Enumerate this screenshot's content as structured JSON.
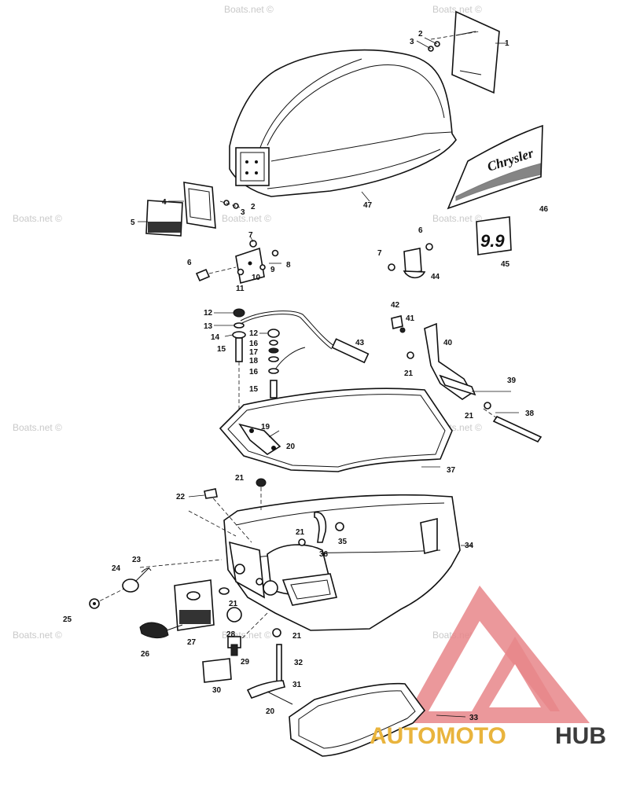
{
  "watermark": "Boats.net ©",
  "logo": {
    "text_a": "AUTOMOTO",
    "text_b": "HUB",
    "color_a": "#e9b43d",
    "color_b": "#3b3b3b",
    "triangle_color": "#e8868a"
  },
  "decals": {
    "brand": "Chrysler",
    "model": "9.9"
  },
  "callouts": [
    {
      "id": "c1",
      "text": "1"
    },
    {
      "id": "c2a",
      "text": "2"
    },
    {
      "id": "c3a",
      "text": "3"
    },
    {
      "id": "c47",
      "text": "47"
    },
    {
      "id": "c46",
      "text": "46"
    },
    {
      "id": "c4",
      "text": "4"
    },
    {
      "id": "c2b",
      "text": "2"
    },
    {
      "id": "c3b",
      "text": "3"
    },
    {
      "id": "c5",
      "text": "5"
    },
    {
      "id": "c7a",
      "text": "7"
    },
    {
      "id": "c6a",
      "text": "6"
    },
    {
      "id": "c8",
      "text": "8"
    },
    {
      "id": "c9",
      "text": "9"
    },
    {
      "id": "c10",
      "text": "10"
    },
    {
      "id": "c11",
      "text": "11"
    },
    {
      "id": "c6b",
      "text": "6"
    },
    {
      "id": "c7b",
      "text": "7"
    },
    {
      "id": "c44",
      "text": "44"
    },
    {
      "id": "c45",
      "text": "45"
    },
    {
      "id": "c12a",
      "text": "12"
    },
    {
      "id": "c13",
      "text": "13"
    },
    {
      "id": "c14",
      "text": "14"
    },
    {
      "id": "c15a",
      "text": "15"
    },
    {
      "id": "c12b",
      "text": "12"
    },
    {
      "id": "c16a",
      "text": "16"
    },
    {
      "id": "c17",
      "text": "17"
    },
    {
      "id": "c18",
      "text": "18"
    },
    {
      "id": "c16b",
      "text": "16"
    },
    {
      "id": "c15b",
      "text": "15"
    },
    {
      "id": "c43",
      "text": "43"
    },
    {
      "id": "c42",
      "text": "42"
    },
    {
      "id": "c41",
      "text": "41"
    },
    {
      "id": "c40",
      "text": "40"
    },
    {
      "id": "c21a",
      "text": "21"
    },
    {
      "id": "c39",
      "text": "39"
    },
    {
      "id": "c21b",
      "text": "21"
    },
    {
      "id": "c38",
      "text": "38"
    },
    {
      "id": "c19",
      "text": "19"
    },
    {
      "id": "c20a",
      "text": "20"
    },
    {
      "id": "c37",
      "text": "37"
    },
    {
      "id": "c21c",
      "text": "21"
    },
    {
      "id": "c22",
      "text": "22"
    },
    {
      "id": "c21d",
      "text": "21"
    },
    {
      "id": "c35",
      "text": "35"
    },
    {
      "id": "c36",
      "text": "36"
    },
    {
      "id": "c34",
      "text": "34"
    },
    {
      "id": "c23",
      "text": "23"
    },
    {
      "id": "c24",
      "text": "24"
    },
    {
      "id": "c21e",
      "text": "21"
    },
    {
      "id": "c25",
      "text": "25"
    },
    {
      "id": "c21f",
      "text": "21"
    },
    {
      "id": "c27",
      "text": "27"
    },
    {
      "id": "c28",
      "text": "28"
    },
    {
      "id": "c26",
      "text": "26"
    },
    {
      "id": "c29",
      "text": "29"
    },
    {
      "id": "c32",
      "text": "32"
    },
    {
      "id": "c31",
      "text": "31"
    },
    {
      "id": "c30",
      "text": "30"
    },
    {
      "id": "c20b",
      "text": "20"
    },
    {
      "id": "c33",
      "text": "33"
    }
  ]
}
